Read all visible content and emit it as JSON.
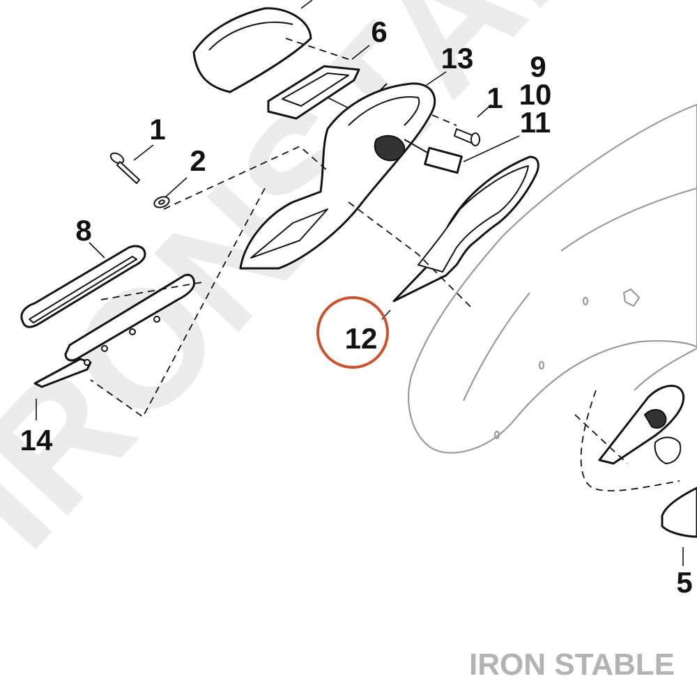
{
  "watermark": {
    "text": "IRONSTABLE"
  },
  "brand": {
    "text": "IRON STABLE"
  },
  "colors": {
    "highlight": "#C8532E",
    "brand": "#B3B3B3",
    "watermark": "#ECECEC",
    "linework": "#111111",
    "fender": "#9A9A9A"
  },
  "callouts": {
    "part_1_a": "1",
    "part_2": "2",
    "part_8": "8",
    "part_14": "14",
    "part_6": "6",
    "part_13": "13",
    "part_1_b": "1",
    "part_9": "9",
    "part_10": "10",
    "part_11": "11",
    "part_12": "12",
    "part_5": "5"
  },
  "highlighted_part": "12"
}
